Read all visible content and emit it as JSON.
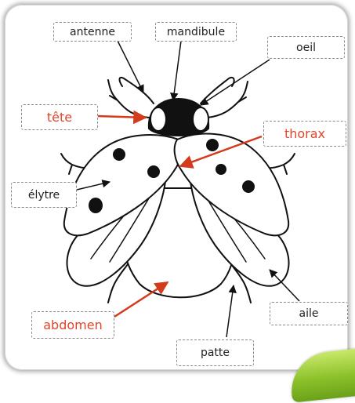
{
  "labels": {
    "antenne": "antenne",
    "mandibule": "mandibule",
    "oeil": "oeil",
    "tete": "tête",
    "thorax": "thorax",
    "elytre": "élytre",
    "abdomen": "abdomen",
    "aile": "aile",
    "patte": "patte"
  },
  "colors": {
    "highlight_labels": "#e0452a",
    "highlight_arrows": "#d43a1c",
    "plain_arrows": "#111111",
    "frame_accent": "#8cc12a"
  }
}
